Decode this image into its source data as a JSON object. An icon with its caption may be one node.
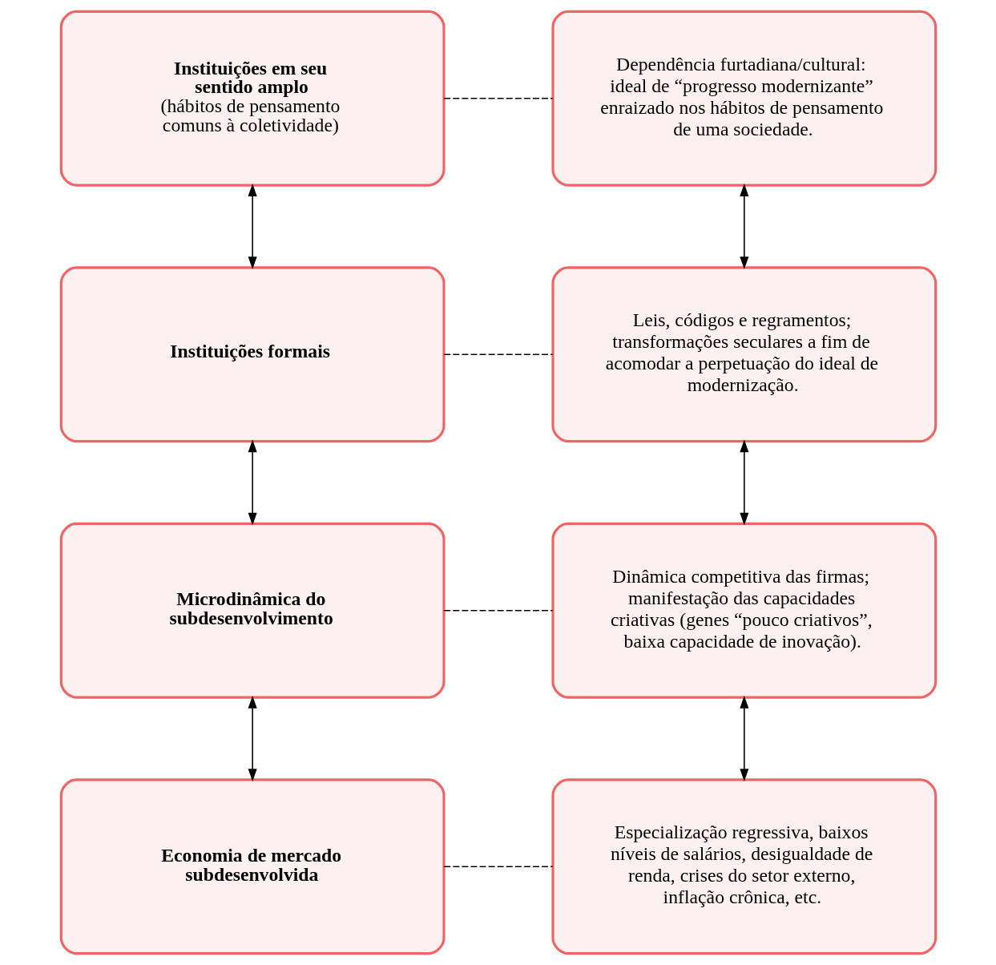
{
  "diagram": {
    "nodes": [
      {
        "text": [
          "Instituições em seu sentido amplo",
          "(hábitos de pensamento comuns à coletividade)"
        ]
      },
      {
        "text": [
          "Dependência furtadiana/cultural: ideal de “progresso modernizante” enraizado nos hábitos de pensamento de uma sociedade."
        ]
      },
      {
        "text": [
          "Instituições formais"
        ]
      },
      {
        "text": [
          "Leis, códigos e regramentos; transformações seculares a fim de acomodar a perpetuação do ideal de modernização."
        ]
      },
      {
        "text": [
          "Microdinâmica do subdesenvolvimento"
        ]
      },
      {
        "text": [
          "Dinâmica competitiva das firmas; manifestação das capacidades criativas (genes “pouco criativos”, baixa capacidade de inovação)."
        ]
      },
      {
        "text": [
          "Economia de mercado subdesenvolvida"
        ]
      },
      {
        "text": [
          "Especialização regressiva, baixos níveis de salários, desigualdade de renda, crises do setor externo, inflação crônica, etc."
        ]
      }
    ],
    "edges": [
      {
        "from": 0,
        "to": 1,
        "arrow": "none",
        "style": "dashed"
      },
      {
        "from": 0,
        "to": 2,
        "arrow": "both"
      },
      {
        "from": 1,
        "to": 3,
        "arrow": "both"
      },
      {
        "from": 2,
        "to": 3,
        "arrow": "none",
        "style": "dashed"
      },
      {
        "from": 2,
        "to": 4,
        "arrow": "both"
      },
      {
        "from": 3,
        "to": 5,
        "arrow": "both"
      },
      {
        "from": 4,
        "to": 5,
        "arrow": "none",
        "style": "dashed"
      },
      {
        "from": 4,
        "to": 6,
        "arrow": "both"
      },
      {
        "from": 5,
        "to": 7,
        "arrow": "both"
      },
      {
        "from": 6,
        "to": 7,
        "arrow": "none",
        "style": "dashed"
      }
    ]
  }
}
